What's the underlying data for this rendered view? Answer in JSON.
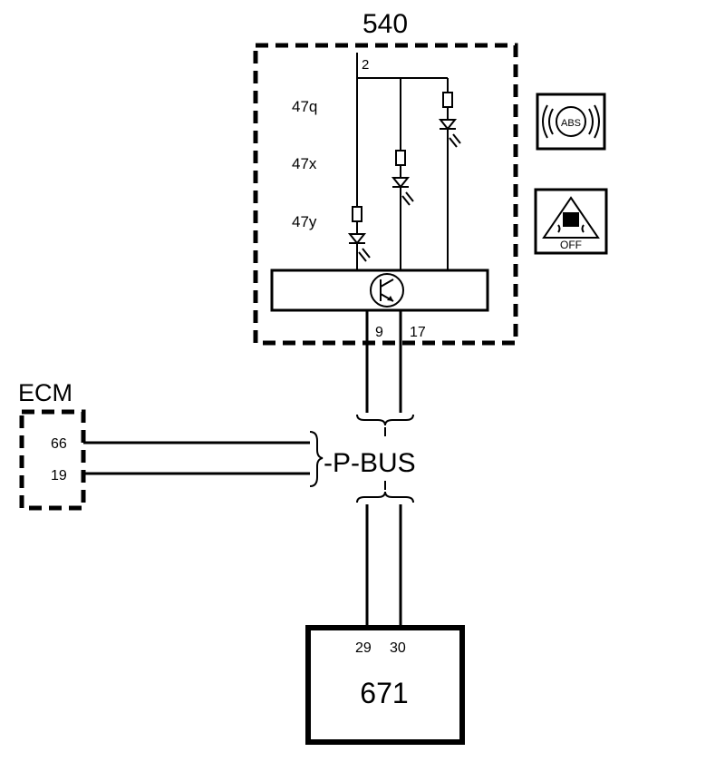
{
  "module_540": {
    "id": "540",
    "pin_top": "2",
    "pin_left": "9",
    "pin_right": "17",
    "lamps": [
      "47q",
      "47x",
      "47y"
    ]
  },
  "ecm": {
    "label": "ECM",
    "pin_upper": "66",
    "pin_lower": "19"
  },
  "bus": {
    "label": "-P-BUS"
  },
  "module_671": {
    "id": "671",
    "pin_left": "29",
    "pin_right": "30"
  },
  "icons": {
    "abs_warning": {
      "name": "abs-warning-icon",
      "text": "ABS"
    },
    "traction_off": {
      "name": "traction-control-off-icon",
      "text": "OFF"
    }
  }
}
